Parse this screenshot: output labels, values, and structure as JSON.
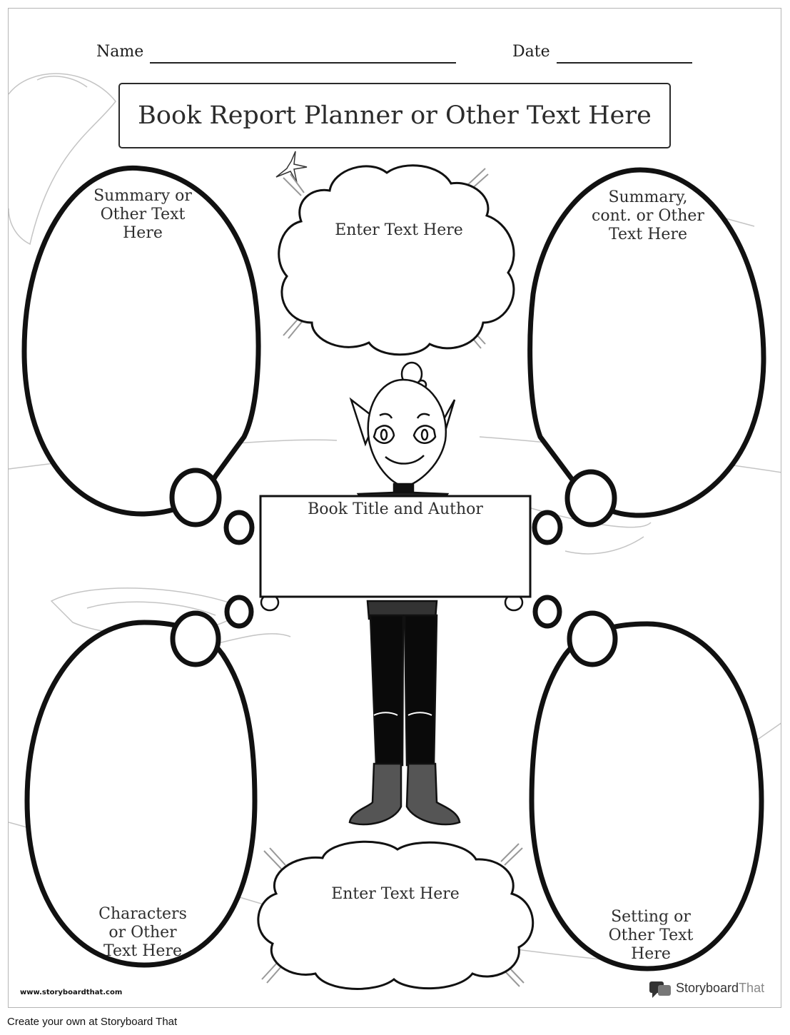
{
  "header": {
    "name_label": "Name",
    "date_label": "Date"
  },
  "title": "Book Report Planner or Other Text Here",
  "bubbles": {
    "top_left": "Summary or\nOther Text\nHere",
    "top_center": "Enter Text Here",
    "top_right": "Summary,\ncont. or Other\nText Here",
    "book_sign": "Book Title and Author",
    "bottom_left": "Characters\nor Other\nText Here",
    "bottom_center": "Enter Text Here",
    "bottom_right": "Setting or\nOther Text\nHere"
  },
  "footer": {
    "url": "www.storyboardthat.com",
    "brand_part1": "Storyboard",
    "brand_part2": "That",
    "credit": "Create your own at Storyboard That"
  },
  "colors": {
    "outline": "#111111",
    "background_sketch": "#c8c8c8",
    "brand_grey": "#888888"
  }
}
